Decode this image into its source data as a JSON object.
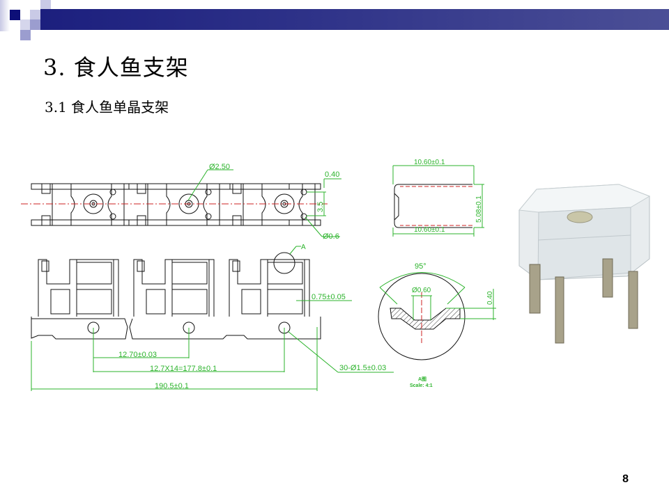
{
  "slide": {
    "title": "3. 食人鱼支架",
    "subtitle": "3.1 食人鱼单晶支架",
    "page_number": "8"
  },
  "drawing": {
    "top_view": {
      "hole_dia": "Ø2.50",
      "thickness": "0.40",
      "pitch_height": "3.5",
      "small_hole": "Ø0.6"
    },
    "front_view": {
      "detail_label": "A",
      "lead_width": "0.75±0.05",
      "pitch": "12.70±0.03",
      "total_pitch": "12.7X14=177.8±0.1",
      "total_length": "190.5±0.1",
      "holes": "30-Ø1.5±0.03"
    },
    "side_view": {
      "width_top": "10.60±0.1",
      "width_bottom": "10.60±0.1",
      "height": "5.08±0.1"
    },
    "detail_view": {
      "angle": "95°",
      "cup_dia": "Ø0.60",
      "depth": "0.40",
      "label": "A图",
      "scale": "Scale: 4:1"
    }
  },
  "colors": {
    "dimension": "#2bb32b",
    "centerline": "#cc2222",
    "header_bar": "#2d3188"
  }
}
